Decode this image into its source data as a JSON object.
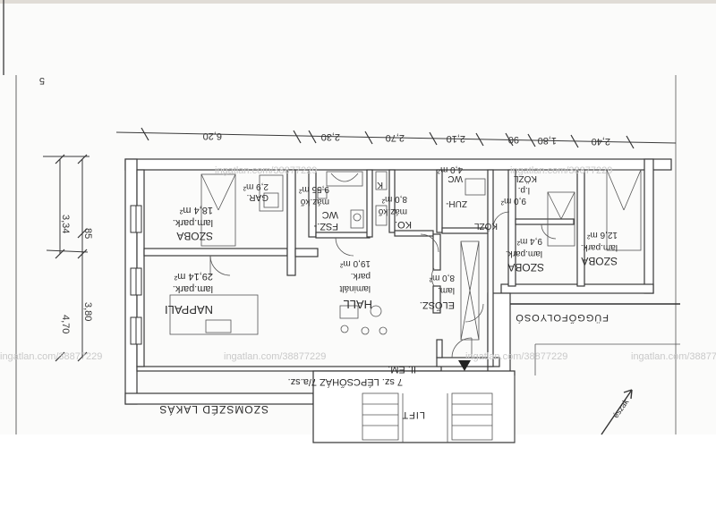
{
  "dimensions_top": [
    "6,20",
    "2,30",
    "2,70",
    "2,10",
    "90",
    "1,80",
    "2,40"
  ],
  "dimensions_left": [
    "3,34",
    "85",
    "3,80",
    "4,70"
  ],
  "rooms": {
    "szoba1": {
      "name": "SZOBA",
      "finish": "lam.park.",
      "area": "18,4 m²"
    },
    "gar": {
      "name": "GAR.",
      "area": "2,9 m²"
    },
    "fsz": {
      "name": "FSZ.-",
      "name2": "WC",
      "finish": "máz.kő",
      "area": "9,55 m²"
    },
    "ka": {
      "name": "K"
    },
    "ko": {
      "name": "KO.",
      "finish": "máz.kő",
      "area": "8,0 m²"
    },
    "zuh": {
      "name": "ZUH-",
      "name2": "WC",
      "area": "4,0 m²"
    },
    "kozl": {
      "name": "KÖZL",
      "name_b": "KÖZL",
      "finish": "l.p.",
      "area": "9,0 m²"
    },
    "szoba2": {
      "name": "SZOBA",
      "finish": "lam.park.",
      "area": "9,4 m²"
    },
    "szoba3": {
      "name": "SZOBA",
      "finish": "lam.park.",
      "area": "12,6 m²"
    },
    "nappali": {
      "name": "NAPPALI",
      "finish": "lam.park.",
      "area": "29,14 m²"
    },
    "hall": {
      "name": "HALL",
      "finish": "laminált",
      "finish2": "park.",
      "area": "19,0 m²"
    },
    "eloter": {
      "name": "ELŐSZ.",
      "finish": "lam.",
      "area": "8,0 m²"
    }
  },
  "labels": {
    "fuggofolyoso": "FÜGGŐFOLYOSÓ",
    "lepcsohaz_1": "7 sz. LÉPCSŐHÁZ 7/a.sz.",
    "lepcsohaz_2": "II. EM.",
    "lift": "LIFT",
    "szomszed": "SZOMSZÉD LAKÁS",
    "north": "észak",
    "page_mark": "5"
  },
  "watermarks": [
    "ingatlan.com/38877229",
    "ingatlan.com/38877229",
    "ingatlan.com/38877229",
    "ingatlan.com/38877229",
    "ingatlan.com/38877229",
    "ingatlan.com/38877229"
  ],
  "colors": {
    "paper": "#fbfbfa",
    "ink": "#2b2b2b",
    "bottom_band": "#ffffff"
  }
}
